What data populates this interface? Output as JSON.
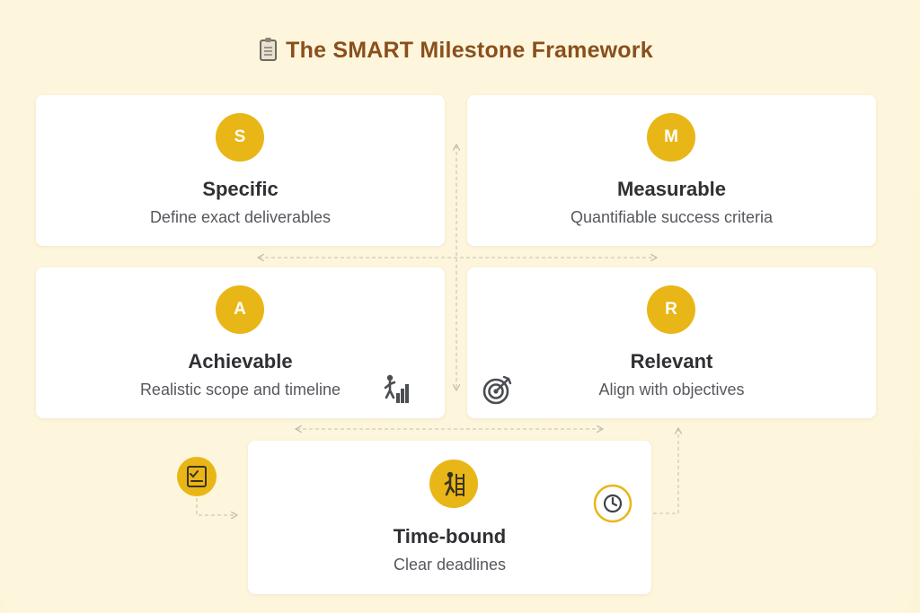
{
  "title": "The SMART Milestone Framework",
  "colors": {
    "accent": "#e9b617",
    "title": "#8a4f1c",
    "connector": "#c9c4b4",
    "background": "#fdf6dd"
  },
  "cards": [
    {
      "letter": "S",
      "label": "Specific",
      "desc": "Define exact deliverables"
    },
    {
      "letter": "M",
      "label": "Measurable",
      "desc": "Quantifiable success criteria"
    },
    {
      "letter": "A",
      "label": "Achievable",
      "desc": "Realistic scope and timeline"
    },
    {
      "letter": "R",
      "label": "Relevant",
      "desc": "Align with objectives"
    },
    {
      "letter": "",
      "label": "Time-bound",
      "desc": "Clear deadlines"
    }
  ],
  "icons": {
    "title": "clipboard-icon",
    "achievable": "progress-climb-icon",
    "relevant": "target-icon",
    "timebound_badge": "ladder-climber-icon",
    "checklist": "checklist-icon",
    "clock": "clock-icon"
  }
}
